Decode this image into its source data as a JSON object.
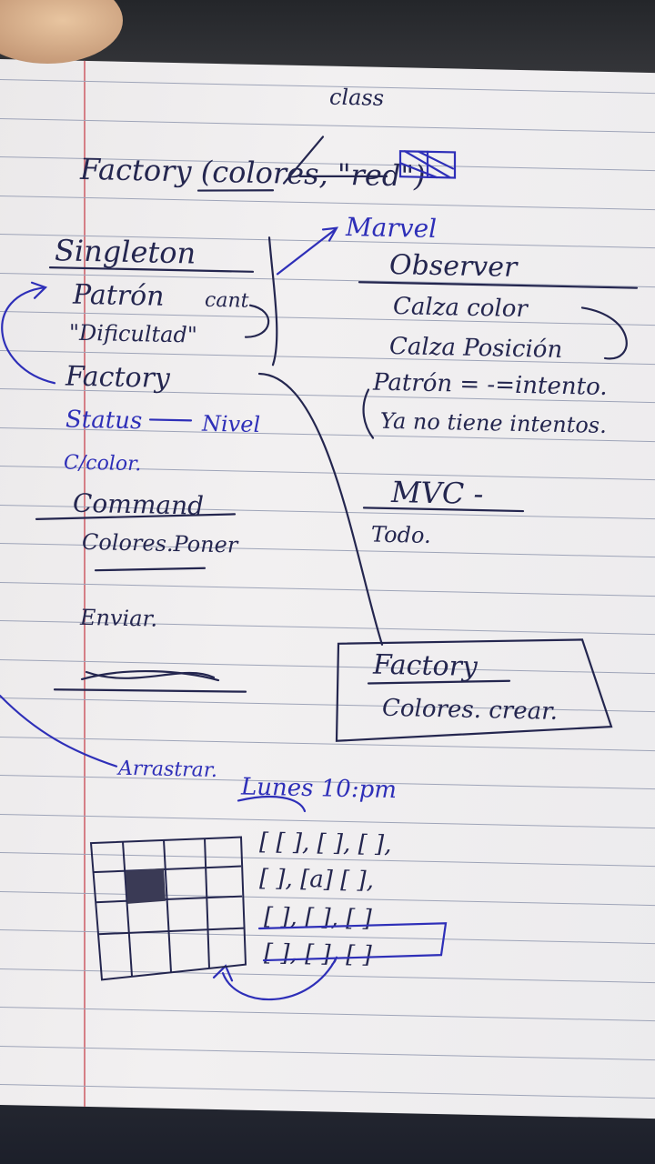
{
  "notes": {
    "top": {
      "factory_call": "Factory (colores, \"red\")",
      "class_label": "class"
    },
    "left_column": {
      "singleton": "Singleton",
      "patron": "Patrón",
      "cant": "cant",
      "dificultad": "\"Dificultad\"",
      "factory": "Factory",
      "status": "Status",
      "nivel": "Nivel",
      "c_color": "C/color.",
      "command": "Command",
      "colores_poner": "Colores.Poner",
      "enviar": "Enviar.",
      "arrastrar": "Arrastrar."
    },
    "right_column": {
      "marvel": "Marvel",
      "observer": "Observer",
      "calza_color": "Calza color",
      "calza_posicion": "Calza Posición",
      "patron_intento": "Patrón = -=intento.",
      "ya_no_tiene": "Ya no tiene intentos.",
      "mvc": "MVC -",
      "todo": "Todo."
    },
    "factory_box": {
      "title": "Factory",
      "body": "Colores. crear."
    },
    "grid_section": {
      "lunes": "Lunes 10:pm",
      "row1": "[ [ ], [ ], [ ],",
      "row2": "[ ], [a] [ ],",
      "row3": "[ ], [ ], [ ]",
      "row4": "[ ], [ ], [ ]"
    }
  },
  "colors": {
    "ink_navy": "#24264f",
    "ink_blue": "#2e2fb8",
    "paper": "#eeeced",
    "rule": "#9ea4b8",
    "margin": "#d57f86"
  }
}
